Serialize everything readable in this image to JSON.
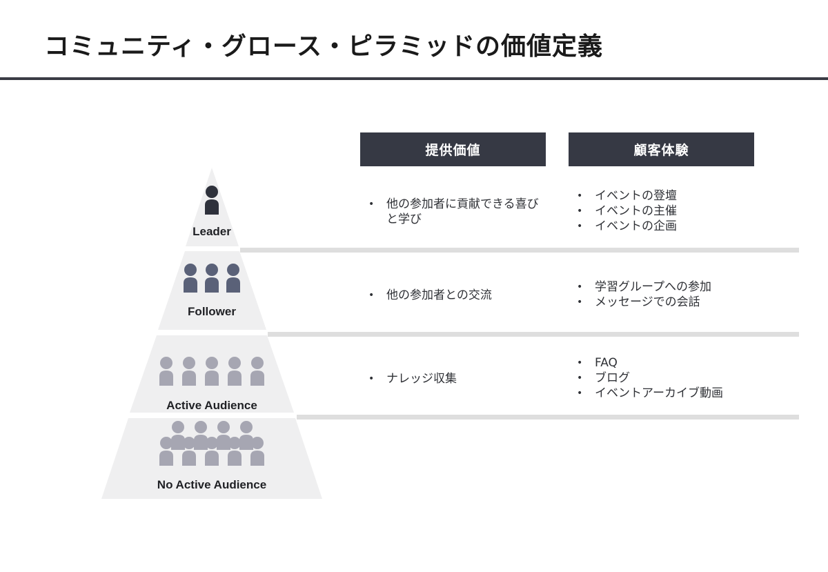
{
  "title": "コミュニティ・グロース・ピラミッドの価値定義",
  "columns": {
    "value": "提供価値",
    "experience": "顧客体験"
  },
  "tiers": [
    {
      "label": "Leader",
      "value": [
        "他の参加者に貢献できる喜びと学び"
      ],
      "experience": [
        "イベントの登壇",
        "イベントの主催",
        "イベントの企画"
      ]
    },
    {
      "label": "Follower",
      "value": [
        "他の参加者との交流"
      ],
      "experience": [
        "学習グループへの参加",
        "メッセージでの会話"
      ]
    },
    {
      "label": "Active Audience",
      "value": [
        "ナレッジ収集"
      ],
      "experience": [
        "FAQ",
        "ブログ",
        "イベントアーカイブ動画"
      ]
    },
    {
      "label": "No Active Audience",
      "value": [],
      "experience": []
    }
  ],
  "colors": {
    "header": "#363944",
    "leader": "#2e313b",
    "follower": "#5a6178",
    "audience": "#a6a6b2",
    "tier_bg": "#efeff0",
    "separator": "#dedede"
  },
  "icons": {
    "person": "person-icon"
  }
}
